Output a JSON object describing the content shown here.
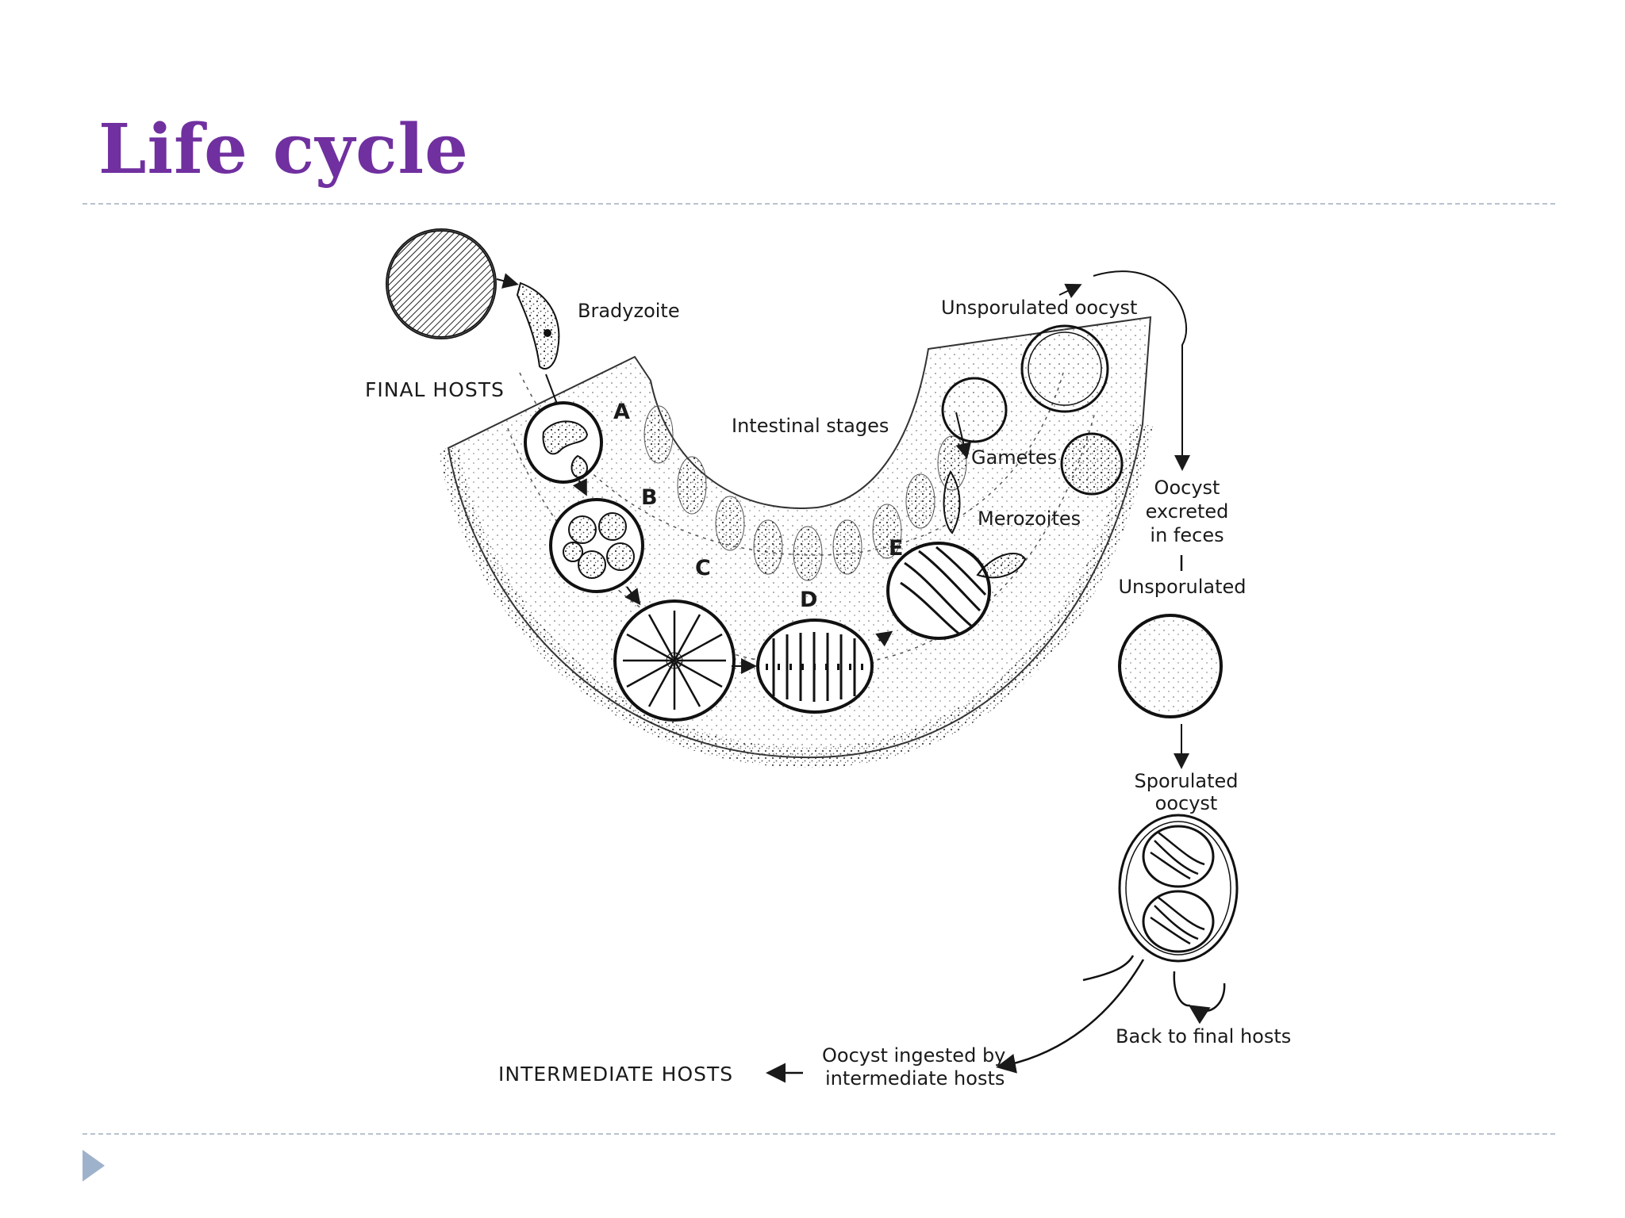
{
  "title": "Life cycle",
  "diagram": {
    "labels": {
      "bradyzoite": "Bradyzoite",
      "final_hosts": "FINAL HOSTS",
      "intestinal_stages": "Intestinal stages",
      "unsporulated_oocyst_top": "Unsporulated oocyst",
      "gametes": "Gametes",
      "merozoites": "Merozoites",
      "oocyst_excreted": [
        "Oocyst",
        "excreted",
        "in feces"
      ],
      "unsporulated": "Unsporulated",
      "sporulated_oocyst": [
        "Sporulated",
        "oocyst"
      ],
      "back_to_final_hosts": "Back to final hosts",
      "oocyst_ingested": [
        "Oocyst ingested by",
        "intermediate hosts"
      ],
      "intermediate_hosts": "INTERMEDIATE HOSTS"
    },
    "stages": [
      "A",
      "B",
      "C",
      "D",
      "E"
    ]
  },
  "colors": {
    "title": "#7030a0",
    "rule": "#b9c2cf",
    "nav_arrow": "#9fb2cc",
    "ink": "#1a1a1a"
  },
  "icons": {
    "nav": "triangle-right-icon"
  }
}
